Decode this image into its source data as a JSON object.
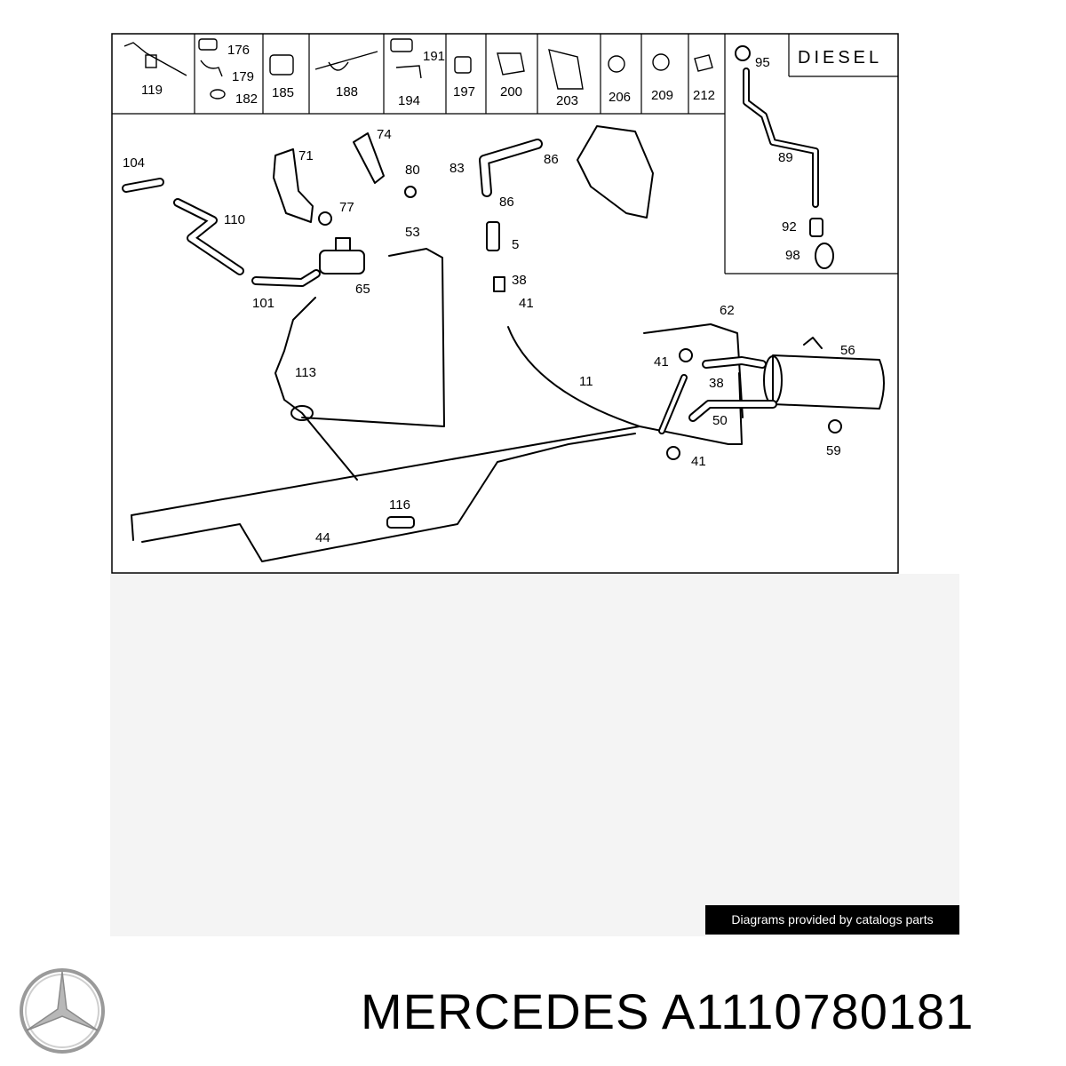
{
  "diagram": {
    "engine_label": "DIESEL",
    "parts_strip": [
      {
        "labels": [
          "119"
        ]
      },
      {
        "labels": [
          "176",
          "179",
          "182"
        ]
      },
      {
        "labels": [
          "185"
        ]
      },
      {
        "labels": [
          "188"
        ]
      },
      {
        "labels": [
          "191",
          "194"
        ]
      },
      {
        "labels": [
          "197"
        ]
      },
      {
        "labels": [
          "200"
        ]
      },
      {
        "labels": [
          "203"
        ]
      },
      {
        "labels": [
          "206"
        ]
      },
      {
        "labels": [
          "209"
        ]
      },
      {
        "labels": [
          "212"
        ]
      }
    ],
    "callouts": [
      "104",
      "110",
      "71",
      "74",
      "80",
      "77",
      "83",
      "86",
      "86",
      "5",
      "53",
      "65",
      "101",
      "38",
      "41",
      "113",
      "11",
      "116",
      "44",
      "62",
      "41",
      "38",
      "56",
      "50",
      "41",
      "59",
      "95",
      "89",
      "92",
      "98"
    ]
  },
  "watermark": {
    "text": "Diagrams provided by catalogs parts"
  },
  "brand": {
    "name": "MERCEDES",
    "part_number": "A1110780181"
  },
  "colors": {
    "line": "#000000",
    "panel_bg": "#f4f4f4",
    "badge_bg": "#000000",
    "badge_text": "#ffffff"
  }
}
